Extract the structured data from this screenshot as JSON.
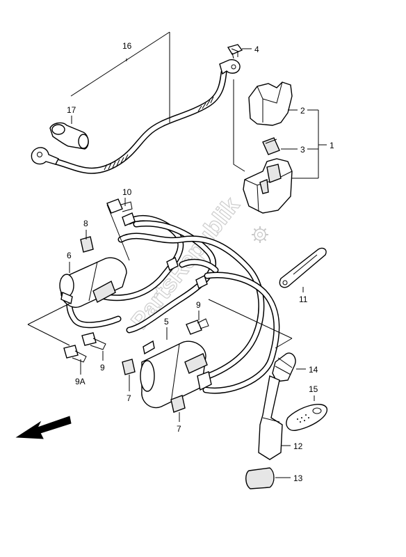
{
  "watermark": "PartsRepublik",
  "callouts": {
    "c1": "1",
    "c2": "2",
    "c3": "3",
    "c4": "4",
    "c5": "5",
    "c6": "6",
    "c7a": "7",
    "c7b": "7",
    "c8": "8",
    "c9a": "9",
    "c9b": "9",
    "c9A": "9A",
    "c10": "10",
    "c11": "11",
    "c12": "12",
    "c13": "13",
    "c14": "14",
    "c15": "15",
    "c16": "16",
    "c17": "17"
  },
  "icons": {
    "direction": "arrow-icon",
    "gear": "gear-icon"
  }
}
